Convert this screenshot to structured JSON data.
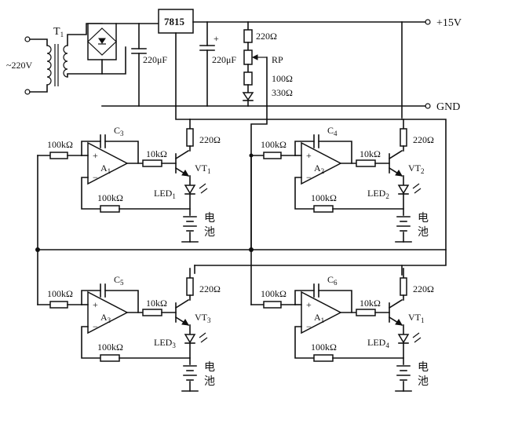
{
  "power": {
    "transformer": "T",
    "transformer_sub": "1",
    "ac_input": "~220V",
    "regulator": "7815",
    "cap_in": "220μF",
    "cap_out": "220μF",
    "r_top": "220Ω",
    "rp": "RP",
    "rp_value": "100Ω",
    "r_bottom": "330Ω",
    "vplus": "+15V",
    "gnd": "GND"
  },
  "channels": [
    {
      "cap": "C",
      "cap_sub": "3",
      "r_in": "100kΩ",
      "amp": "A",
      "amp_sub": "1",
      "r_base": "10kΩ",
      "r_fb": "100kΩ",
      "r_col": "220Ω",
      "vt": "VT",
      "vt_sub": "1",
      "led": "LED",
      "led_sub": "1",
      "bat1": "电",
      "bat2": "池"
    },
    {
      "cap": "C",
      "cap_sub": "4",
      "r_in": "100kΩ",
      "amp": "A",
      "amp_sub": "2",
      "r_base": "10kΩ",
      "r_fb": "100kΩ",
      "r_col": "220Ω",
      "vt": "VT",
      "vt_sub": "2",
      "led": "LED",
      "led_sub": "2",
      "bat1": "电",
      "bat2": "池"
    },
    {
      "cap": "C",
      "cap_sub": "5",
      "r_in": "100kΩ",
      "amp": "A",
      "amp_sub": "3",
      "r_base": "10kΩ",
      "r_fb": "100kΩ",
      "r_col": "220Ω",
      "vt": "VT",
      "vt_sub": "3",
      "led": "LED",
      "led_sub": "3",
      "bat1": "电",
      "bat2": "池"
    },
    {
      "cap": "C",
      "cap_sub": "6",
      "r_in": "100kΩ",
      "amp": "A",
      "amp_sub": "1",
      "r_base": "10kΩ",
      "r_fb": "100kΩ",
      "r_col": "220Ω",
      "vt": "VT",
      "vt_sub": "1",
      "led": "LED",
      "led_sub": "4",
      "bat1": "电",
      "bat2": "池"
    }
  ]
}
